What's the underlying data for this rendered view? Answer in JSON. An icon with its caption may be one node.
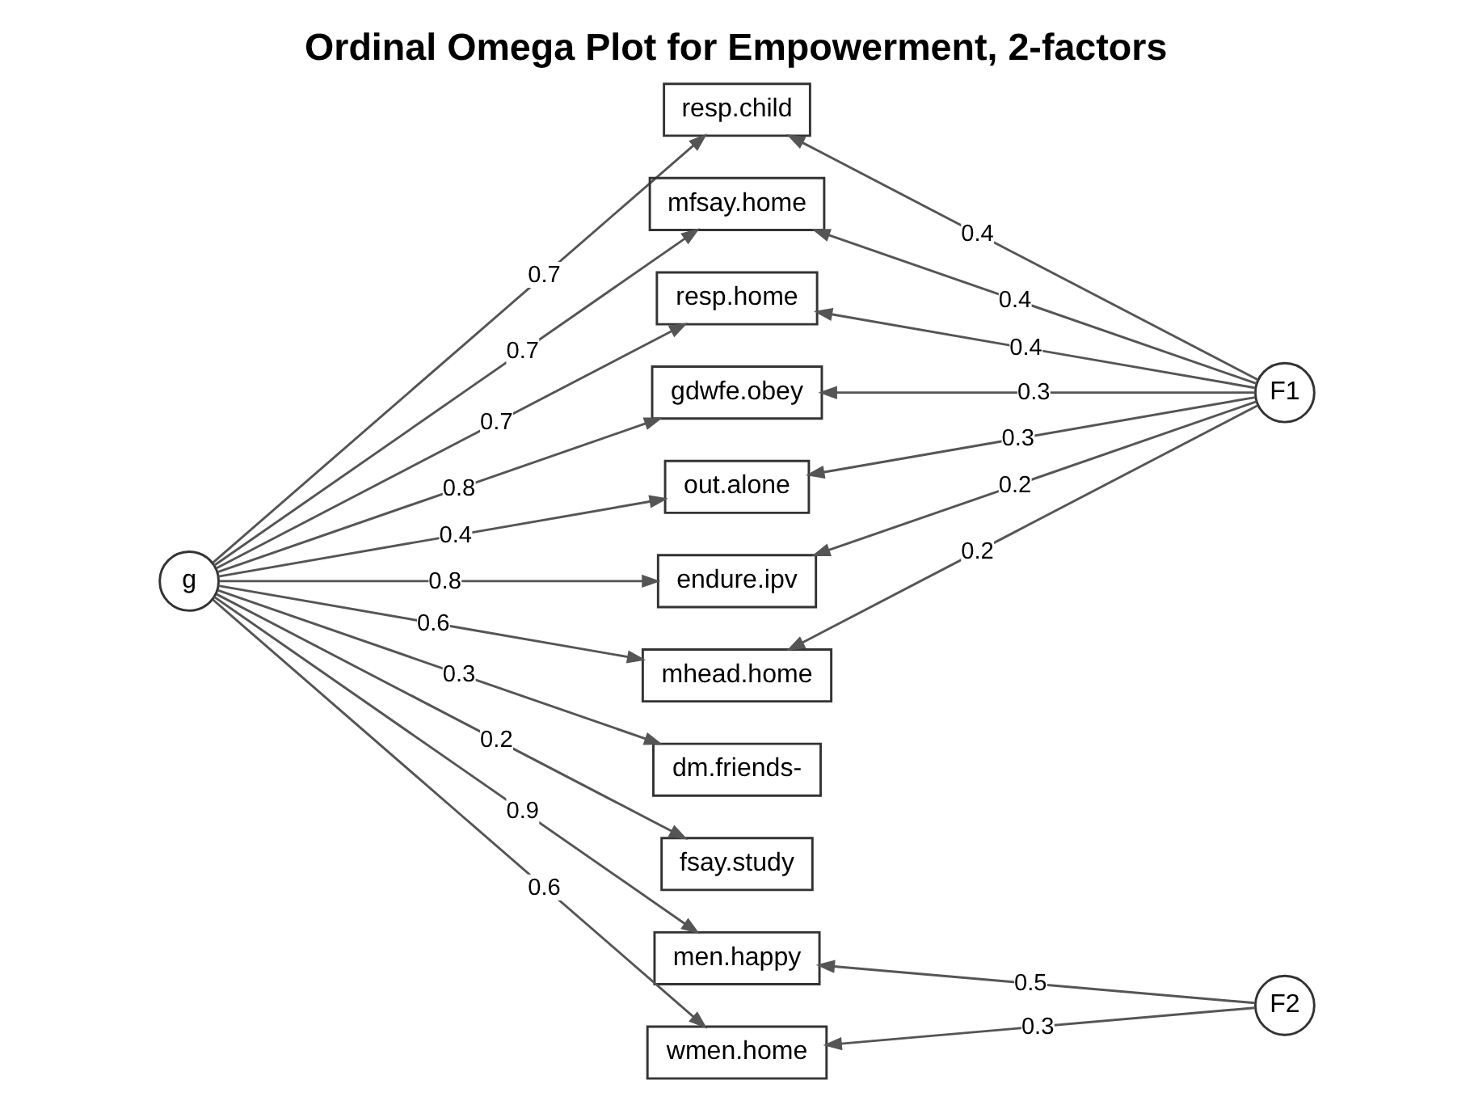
{
  "diagram": {
    "title": "Ordinal Omega Plot for Empowerment, 2-factors",
    "nodes": [
      {
        "text": [
          "g"
        ]
      },
      {
        "text": [
          "resp.child"
        ]
      },
      {
        "text": [
          "mfsay.home"
        ]
      },
      {
        "text": [
          "resp.home"
        ]
      },
      {
        "text": [
          "gdwfe.obey"
        ]
      },
      {
        "text": [
          "out.alone"
        ]
      },
      {
        "text": [
          "endure.ipv"
        ]
      },
      {
        "text": [
          "mhead.home"
        ]
      },
      {
        "text": [
          "dm.friends-"
        ]
      },
      {
        "text": [
          "fsay.study"
        ]
      },
      {
        "text": [
          "men.happy"
        ]
      },
      {
        "text": [
          "wmen.home"
        ]
      },
      {
        "text": [
          "F1"
        ]
      },
      {
        "text": [
          "F2"
        ]
      }
    ],
    "edges": [
      {
        "from": 0,
        "to": 1,
        "arrow": "to",
        "label": "0.7"
      },
      {
        "from": 0,
        "to": 2,
        "arrow": "to",
        "label": "0.7"
      },
      {
        "from": 0,
        "to": 3,
        "arrow": "to",
        "label": "0.7"
      },
      {
        "from": 0,
        "to": 4,
        "arrow": "to",
        "label": "0.8"
      },
      {
        "from": 0,
        "to": 5,
        "arrow": "to",
        "label": "0.4"
      },
      {
        "from": 0,
        "to": 6,
        "arrow": "to",
        "label": "0.8"
      },
      {
        "from": 0,
        "to": 7,
        "arrow": "to",
        "label": "0.6"
      },
      {
        "from": 0,
        "to": 8,
        "arrow": "to",
        "label": "0.3"
      },
      {
        "from": 0,
        "to": 9,
        "arrow": "to",
        "label": "0.2"
      },
      {
        "from": 0,
        "to": 10,
        "arrow": "to",
        "label": "0.9"
      },
      {
        "from": 0,
        "to": 11,
        "arrow": "to",
        "label": "0.6"
      },
      {
        "from": 12,
        "to": 1,
        "arrow": "to",
        "label": "0.4"
      },
      {
        "from": 12,
        "to": 2,
        "arrow": "to",
        "label": "0.4"
      },
      {
        "from": 12,
        "to": 3,
        "arrow": "to",
        "label": "0.4"
      },
      {
        "from": 12,
        "to": 4,
        "arrow": "to",
        "label": "0.3"
      },
      {
        "from": 12,
        "to": 5,
        "arrow": "to",
        "label": "0.3"
      },
      {
        "from": 12,
        "to": 6,
        "arrow": "to",
        "label": "0.2"
      },
      {
        "from": 12,
        "to": 7,
        "arrow": "to",
        "label": "0.2"
      },
      {
        "from": 13,
        "to": 10,
        "arrow": "to",
        "label": "0.5"
      },
      {
        "from": 13,
        "to": 11,
        "arrow": "to",
        "label": "0.3"
      }
    ]
  }
}
